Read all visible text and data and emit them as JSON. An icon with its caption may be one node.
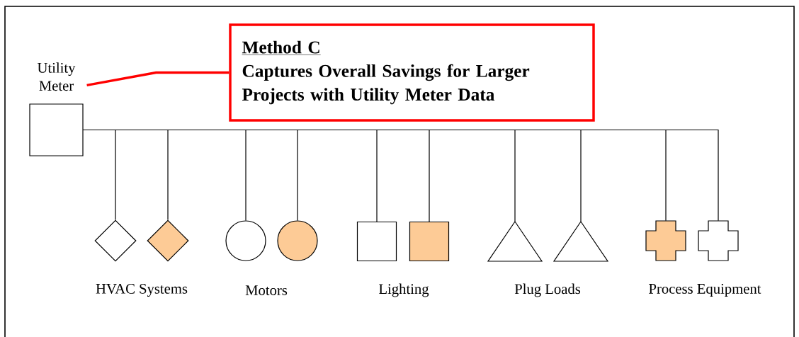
{
  "diagram": {
    "nodes": [
      {
        "text": [
          "Utility Meter"
        ]
      },
      {
        "text": [
          "Method C",
          "Captures Overall Savings for Larger Projects with Utility Meter Data"
        ]
      },
      {
        "text": [],
        "shape": "diamond"
      },
      {
        "text": [],
        "shape": "diamond"
      },
      {
        "text": [],
        "shape": "circle"
      },
      {
        "text": [],
        "shape": "circle"
      },
      {
        "text": [],
        "shape": "box"
      },
      {
        "text": [],
        "shape": "box"
      },
      {
        "text": [],
        "shape": "triangle"
      },
      {
        "text": [],
        "shape": "triangle"
      },
      {
        "text": [],
        "shape": "cross"
      },
      {
        "text": [],
        "shape": "cross"
      }
    ],
    "edges": [
      {
        "from": 0,
        "to": 2,
        "arrow": "none"
      },
      {
        "from": 0,
        "to": 3,
        "arrow": "none"
      },
      {
        "from": 0,
        "to": 4,
        "arrow": "none"
      },
      {
        "from": 0,
        "to": 5,
        "arrow": "none"
      },
      {
        "from": 0,
        "to": 6,
        "arrow": "none"
      },
      {
        "from": 0,
        "to": 7,
        "arrow": "none"
      },
      {
        "from": 0,
        "to": 8,
        "arrow": "none"
      },
      {
        "from": 0,
        "to": 9,
        "arrow": "none"
      },
      {
        "from": 0,
        "to": 10,
        "arrow": "none"
      },
      {
        "from": 0,
        "to": 11,
        "arrow": "none"
      },
      {
        "from": 1,
        "to": 0,
        "arrow": "none",
        "style": "thick",
        "color": "#ff0000"
      }
    ],
    "labels": [
      "HVAC Systems",
      "Motors",
      "Lighting",
      "Plug Loads",
      "Process Equipment"
    ]
  }
}
